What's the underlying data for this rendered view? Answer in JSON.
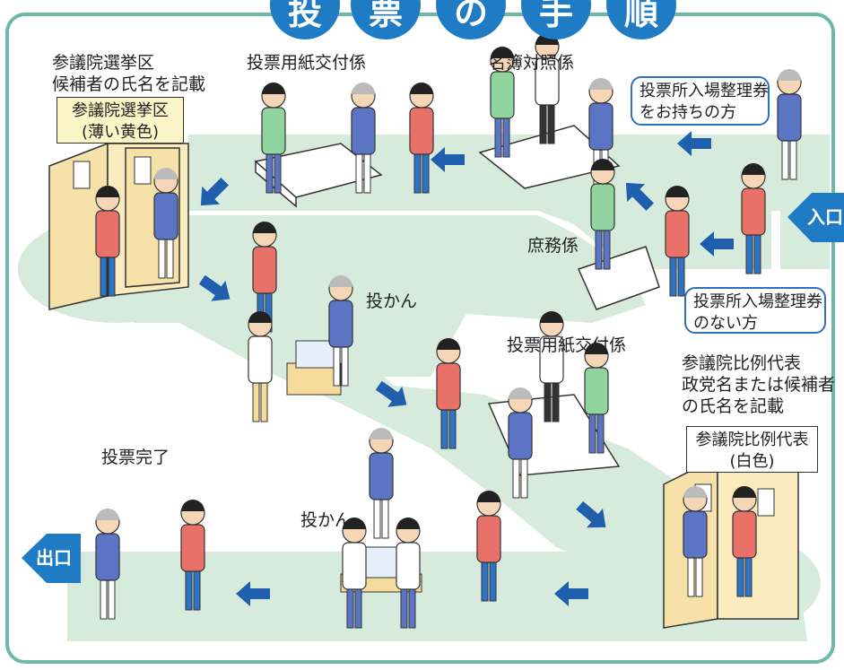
{
  "title": {
    "chars": [
      "投",
      "票",
      "の",
      "手",
      "順"
    ]
  },
  "labels": {
    "senkyoku_note": [
      "参議院選挙区",
      "候補者の氏名を記載"
    ],
    "senkyoku_box": [
      "参議院選挙区",
      "(薄い黄色)"
    ],
    "kofu_top": "投票用紙交付係",
    "meibo": "名簿対照係",
    "with_ticket": [
      "投票所入場整理券",
      "をお持ちの方"
    ],
    "shomu": "庶務係",
    "without_ticket": [
      "投票所入場整理券",
      "のない方"
    ],
    "tokan_mid": "投かん",
    "kofu_mid": "投票用紙交付係",
    "hirei_note": [
      "参議院比例代表",
      "政党名または候補者",
      "の氏名を記載"
    ],
    "hirei_box": [
      "参議院比例代表",
      "(白色)"
    ],
    "complete": "投票完了",
    "tokan_bottom": "投かん"
  },
  "tags": {
    "entrance": "入口",
    "exit": "出口"
  },
  "colors": {
    "accent": "#1a6fba",
    "path": "#d6ebdc",
    "border": "#6fb8a8",
    "booth": "#f6e1a8"
  }
}
